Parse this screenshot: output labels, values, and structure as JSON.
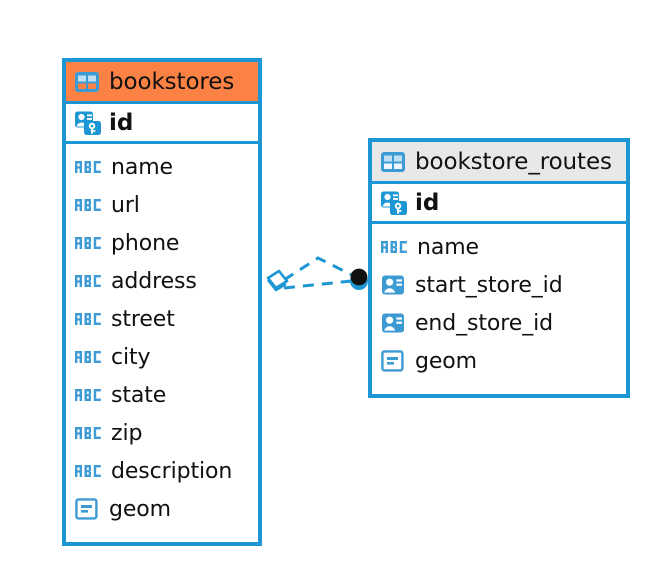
{
  "diagram": {
    "type": "entity-relationship-diagram",
    "background_color": "#ffffff",
    "accent_color": "#1d97d4",
    "header_highlight_color": "#fb8244",
    "header_default_color": "#e8e8e8"
  },
  "tables": [
    {
      "name": "bookstores",
      "header_style": "orange",
      "table_icon": "table-icon",
      "primary_key": {
        "label": "id",
        "icon": "primary-key-icon"
      },
      "fields": [
        {
          "label": "name",
          "icon": "text-field-icon"
        },
        {
          "label": "url",
          "icon": "text-field-icon"
        },
        {
          "label": "phone",
          "icon": "text-field-icon"
        },
        {
          "label": "address",
          "icon": "text-field-icon"
        },
        {
          "label": "street",
          "icon": "text-field-icon"
        },
        {
          "label": "city",
          "icon": "text-field-icon"
        },
        {
          "label": "state",
          "icon": "text-field-icon"
        },
        {
          "label": "zip",
          "icon": "text-field-icon"
        },
        {
          "label": "description",
          "icon": "text-field-icon"
        },
        {
          "label": "geom",
          "icon": "geometry-field-icon"
        }
      ]
    },
    {
      "name": "bookstore_routes",
      "header_style": "gray",
      "table_icon": "table-icon",
      "primary_key": {
        "label": "id",
        "icon": "primary-key-icon"
      },
      "fields": [
        {
          "label": "name",
          "icon": "text-field-icon"
        },
        {
          "label": "start_store_id",
          "icon": "foreign-key-icon"
        },
        {
          "label": "end_store_id",
          "icon": "foreign-key-icon"
        },
        {
          "label": "geom",
          "icon": "geometry-field-icon"
        }
      ]
    }
  ],
  "relationship": {
    "source_table": "bookstores",
    "target_table": "bookstore_routes",
    "line_style": "dashed",
    "line_color": "#1d97d4",
    "source_endpoint": "diamond-endpoint-icon",
    "target_endpoint": "circle-endpoint-icon",
    "branch_count": 2
  }
}
